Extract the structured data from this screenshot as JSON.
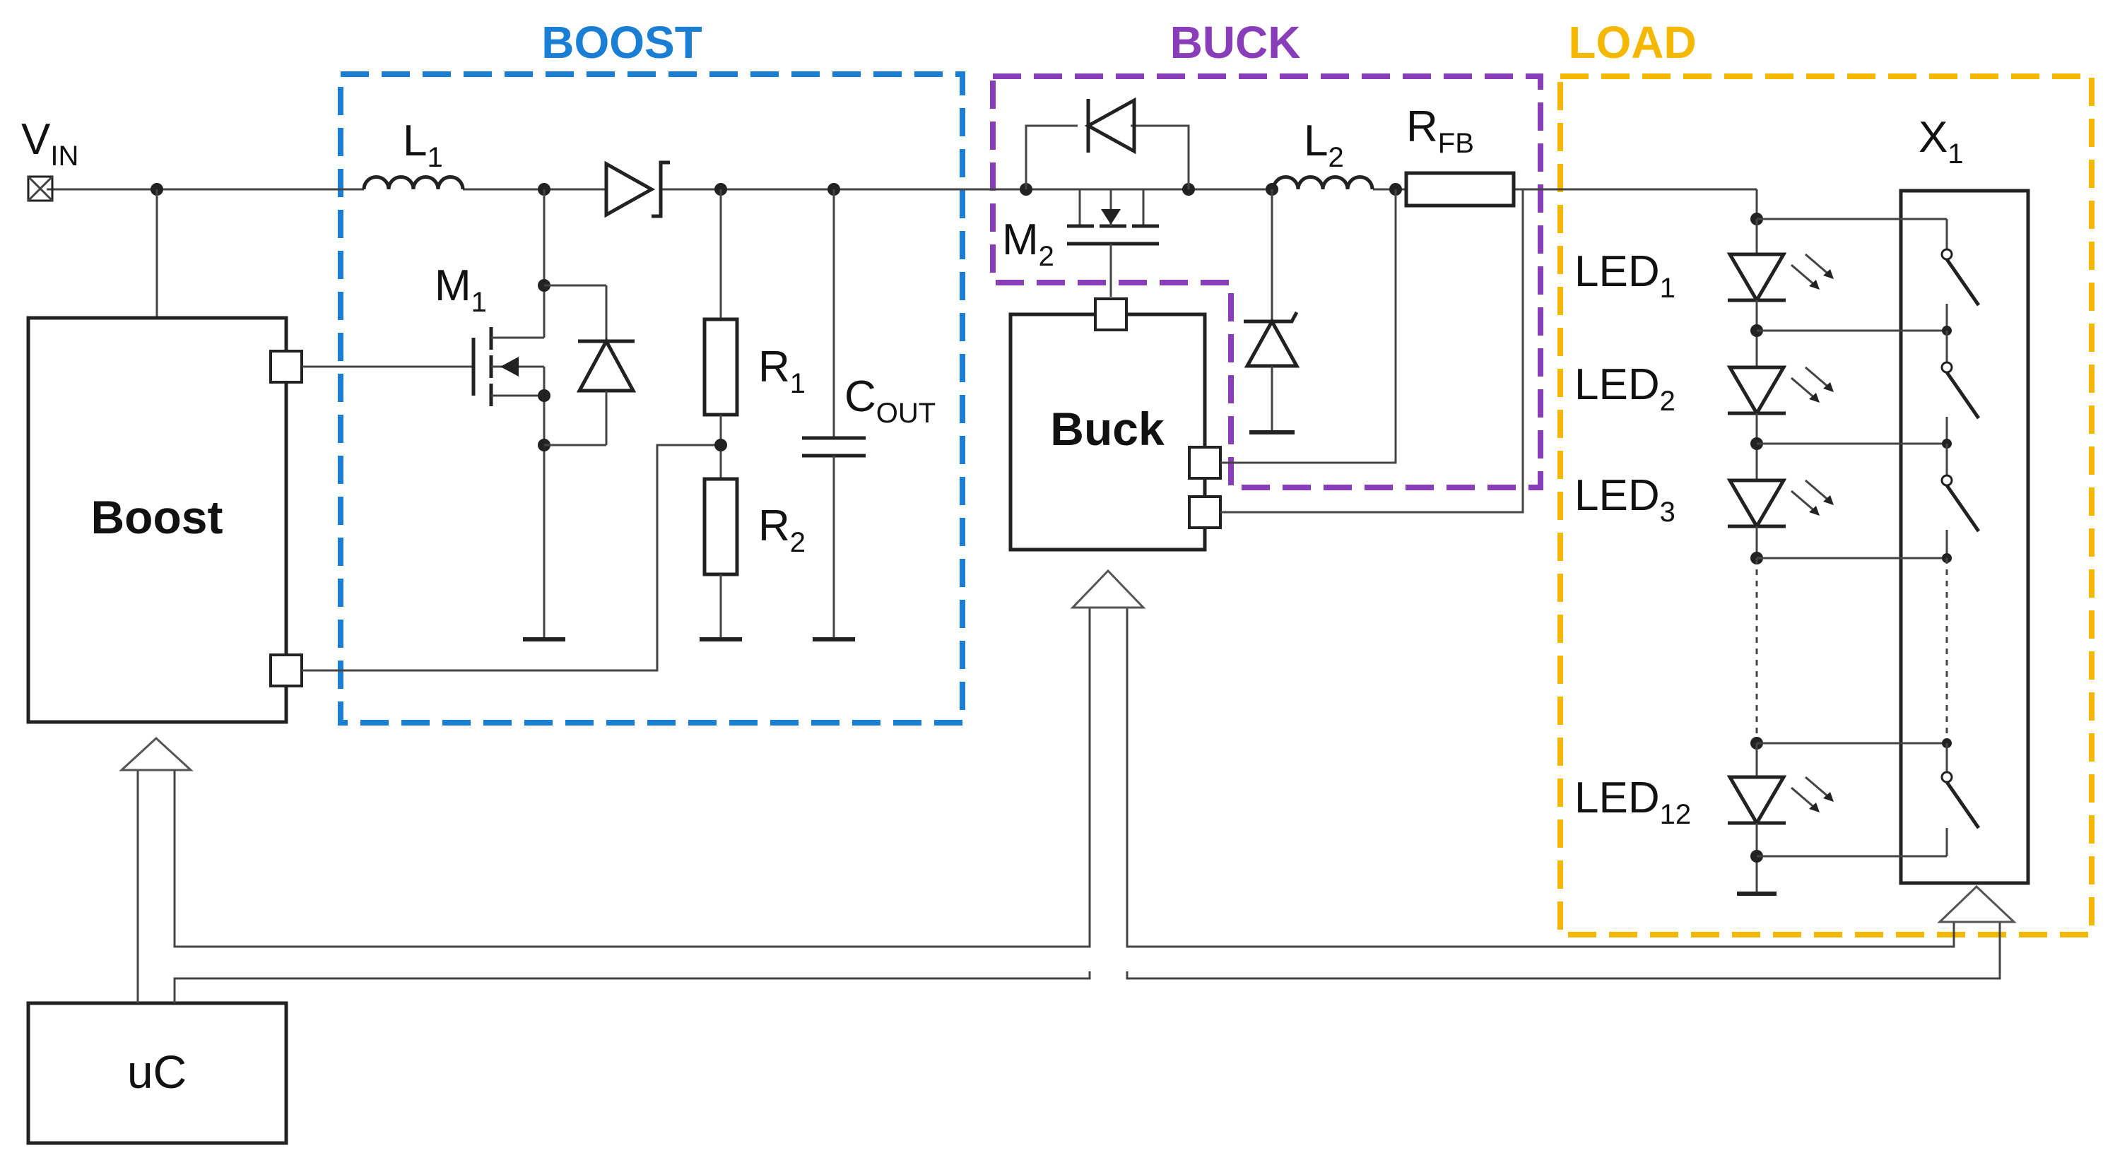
{
  "sections": {
    "boost": {
      "title": "BOOST",
      "color": "#1a7fd4"
    },
    "buck": {
      "title": "BUCK",
      "color": "#8a3db8"
    },
    "load": {
      "title": "LOAD",
      "color": "#f5b800"
    }
  },
  "blocks": {
    "boost": "Boost",
    "buck": "Buck",
    "uc": "uC"
  },
  "labels": {
    "vin": {
      "main": "V",
      "sub": "IN"
    },
    "l1": {
      "main": "L",
      "sub": "1"
    },
    "m1": {
      "main": "M",
      "sub": "1"
    },
    "r1": {
      "main": "R",
      "sub": "1"
    },
    "r2": {
      "main": "R",
      "sub": "2"
    },
    "cout": {
      "main": "C",
      "sub": "OUT"
    },
    "m2": {
      "main": "M",
      "sub": "2"
    },
    "l2": {
      "main": "L",
      "sub": "2"
    },
    "rfb": {
      "main": "R",
      "sub": "FB"
    },
    "x1": {
      "main": "X",
      "sub": "1"
    },
    "led1": {
      "main": "LED",
      "sub": "1"
    },
    "led2": {
      "main": "LED",
      "sub": "2"
    },
    "led3": {
      "main": "LED",
      "sub": "3"
    },
    "led12": {
      "main": "LED",
      "sub": "12"
    }
  }
}
